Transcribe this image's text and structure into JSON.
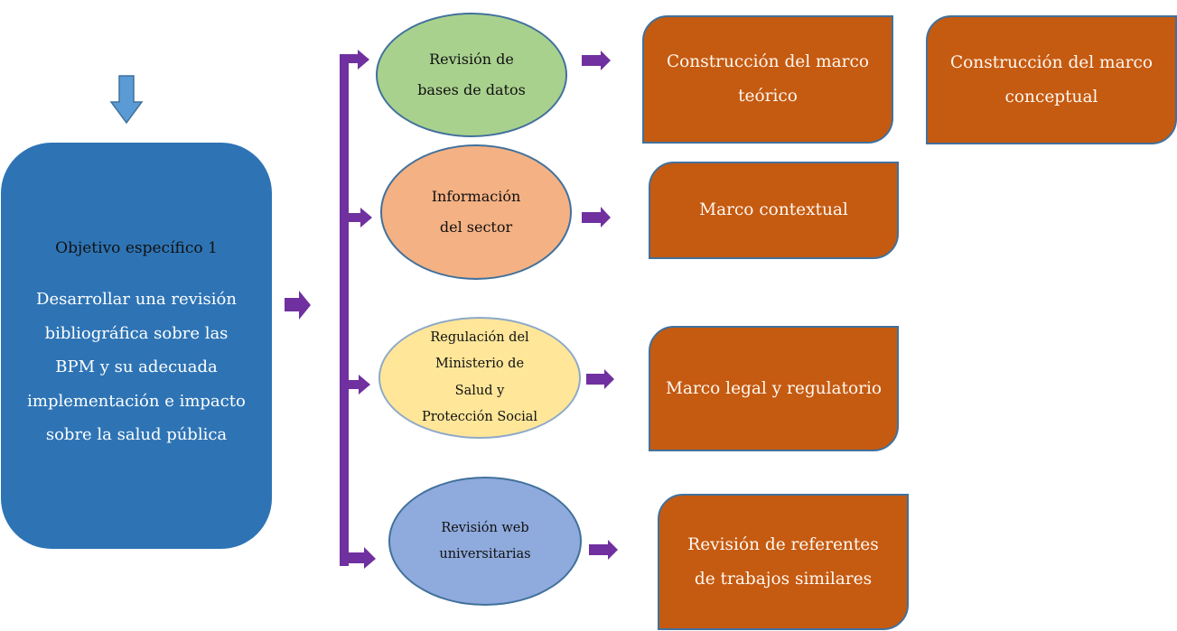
{
  "colors": {
    "objective_fill": "#2e74b5",
    "connector": "#7030a0",
    "down_arrow": "#5b9bd5",
    "outcome_fill": "#c55a11",
    "outline": "#41719c",
    "source_green": "#a9d18e",
    "source_orange": "#f4b183",
    "source_yellow": "#ffe699",
    "source_blue": "#8faadc"
  },
  "objective": {
    "title": "Objetivo específico 1",
    "description": "Desarrollar una revisión bibliográfica sobre las BPM y su adecuada implementación e impacto sobre la salud pública"
  },
  "sources": [
    {
      "lines": [
        "Revisión de",
        "bases de datos"
      ]
    },
    {
      "lines": [
        "Información",
        "del sector"
      ]
    },
    {
      "lines": [
        "Regulación del",
        "Ministerio de",
        "Salud y",
        "Protección Social"
      ]
    },
    {
      "lines": [
        "Revisión web",
        "universitarias"
      ]
    }
  ],
  "outcomes": [
    {
      "lines": [
        "Construcción del marco",
        "teórico"
      ]
    },
    {
      "lines": [
        "Construcción del marco",
        "conceptual"
      ]
    },
    {
      "lines": [
        "Marco contextual"
      ]
    },
    {
      "lines": [
        "Marco legal y regulatorio"
      ]
    },
    {
      "lines": [
        "Revisión de referentes",
        "de trabajos similares"
      ]
    }
  ]
}
